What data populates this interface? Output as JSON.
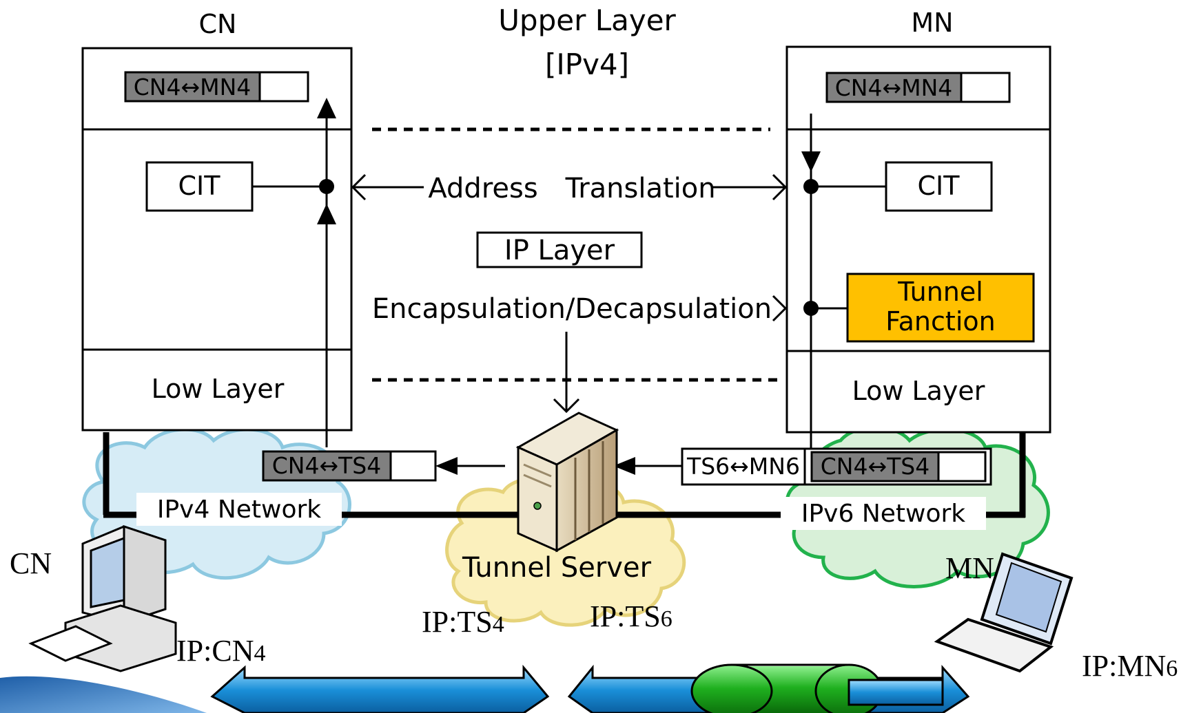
{
  "nodes": {
    "cn_title": "CN",
    "mn_title": "MN",
    "upper_layer_line1": "Upper Layer",
    "upper_layer_line2": "[IPv4]",
    "ip_layer": "IP Layer",
    "address_translation": "Address Translation",
    "encapsulation": "Encapsulation/Decapsulation",
    "cit": "CIT",
    "low_layer": "Low Layer",
    "tunnel_function_line1": "Tunnel",
    "tunnel_function_line2": "Fanction"
  },
  "packets": {
    "cn_upper": "CN4↔MN4",
    "mn_upper": "CN4↔MN4",
    "ipv4_side": "CN4↔TS4",
    "ipv6_outer": "TS6↔MN6",
    "ipv6_inner": "CN4↔TS4"
  },
  "networks": {
    "ipv4": "IPv4 Network",
    "ipv6": "IPv6 Network",
    "tunnel_server": "Tunnel Server"
  },
  "hosts": {
    "cn_label": "CN",
    "mn_label": "MN",
    "ip_cn_prefix": "IP:CN",
    "ip_cn_sub": "4",
    "ip_ts4_prefix": "IP:TS",
    "ip_ts4_sub": "4",
    "ip_ts6_prefix": "IP:TS",
    "ip_ts6_sub": "6",
    "ip_mn_prefix": "IP:MN",
    "ip_mn_sub": "6"
  },
  "colors": {
    "tunnel_function_fill": "#ffc000",
    "packet_gray": "#808080",
    "ipv4_cloud": "#d6ecf6",
    "ipv6_cloud": "#d8f0d8",
    "server_cloud": "#fbf0bd",
    "arrow_blue": "#1a8fd8",
    "tunnel_green": "#1fb01f"
  }
}
